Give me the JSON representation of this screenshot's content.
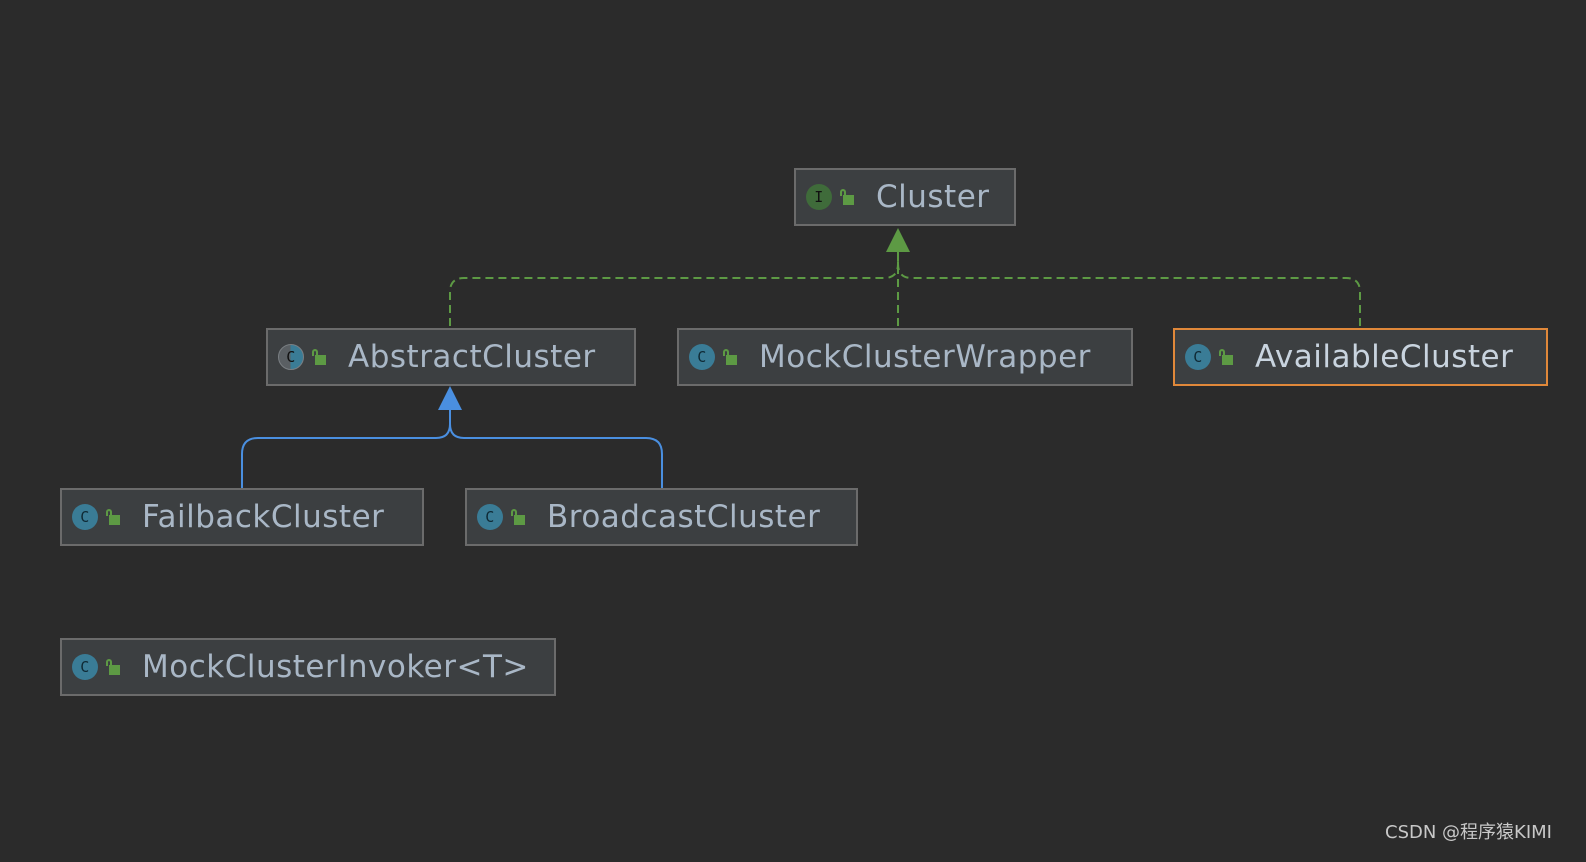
{
  "nodes": {
    "cluster": {
      "label": "Cluster",
      "kind": "interface",
      "icon_letter": "I"
    },
    "abstract_cluster": {
      "label": "AbstractCluster",
      "kind": "abstract",
      "icon_letter": "C"
    },
    "mock_cluster_wrapper": {
      "label": "MockClusterWrapper",
      "kind": "class",
      "icon_letter": "C"
    },
    "available_cluster": {
      "label": "AvailableCluster",
      "kind": "class",
      "icon_letter": "C",
      "selected": true
    },
    "failback_cluster": {
      "label": "FailbackCluster",
      "kind": "class",
      "icon_letter": "C"
    },
    "broadcast_cluster": {
      "label": "BroadcastCluster",
      "kind": "class",
      "icon_letter": "C"
    },
    "mock_cluster_invoker": {
      "label": "MockClusterInvoker<T>",
      "kind": "class",
      "icon_letter": "C"
    }
  },
  "edges": [
    {
      "from": "abstract_cluster",
      "to": "cluster",
      "type": "implements"
    },
    {
      "from": "mock_cluster_wrapper",
      "to": "cluster",
      "type": "implements"
    },
    {
      "from": "available_cluster",
      "to": "cluster",
      "type": "implements"
    },
    {
      "from": "failback_cluster",
      "to": "abstract_cluster",
      "type": "extends"
    },
    {
      "from": "broadcast_cluster",
      "to": "abstract_cluster",
      "type": "extends"
    }
  ],
  "colors": {
    "background": "#2b2b2b",
    "node_fill": "#3c3f41",
    "node_border": "#6b6b6b",
    "selected_border": "#e0883a",
    "implements_edge": "#5d9a44",
    "extends_edge": "#4a8fe0",
    "label_text": "#a9b7c6"
  },
  "watermark": "CSDN @程序猿KIMI"
}
